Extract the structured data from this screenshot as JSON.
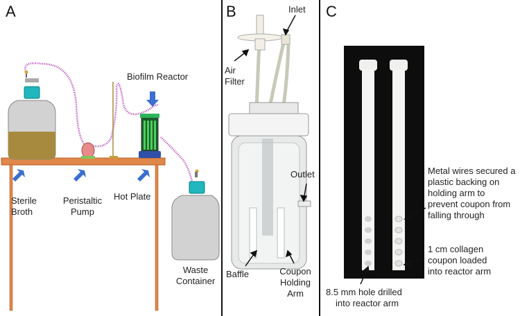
{
  "panels": {
    "a": {
      "letter": "A",
      "labels": {
        "biofilm_reactor": "Biofilm Reactor",
        "sterile_broth": [
          "Sterile",
          "Broth"
        ],
        "peristaltic_pump": [
          "Peristaltic",
          "Pump"
        ],
        "hot_plate": "Hot Plate",
        "waste_container": [
          "Waste",
          "Container"
        ]
      }
    },
    "b": {
      "letter": "B",
      "labels": {
        "inlet": "Inlet",
        "air_filter": [
          "Air",
          "Filter"
        ],
        "outlet": "Outlet",
        "baffle": "Baffle",
        "coupon_holding_arm": [
          "Coupon",
          "Holding",
          "Arm"
        ]
      }
    },
    "c": {
      "letter": "C",
      "labels": {
        "metal_wires": [
          "Metal wires secured a",
          "plastic backing on",
          "holding arm to",
          "prevent coupon from",
          "falling through"
        ],
        "collagen_coupon": [
          "1 cm collagen",
          "coupon loaded",
          "into reactor arm"
        ],
        "drilled_hole": [
          "8.5 mm hole drilled",
          "into reactor arm"
        ]
      }
    }
  },
  "colors": {
    "table": "#e0874a",
    "table_edge": "#b45f26",
    "arrow_blue": "#3b6fd0",
    "tubing": "#b23ab5",
    "cap_teal": "#1fb7bd",
    "broth": "#a88a3e",
    "photo_bg": "#0d0d0d"
  }
}
